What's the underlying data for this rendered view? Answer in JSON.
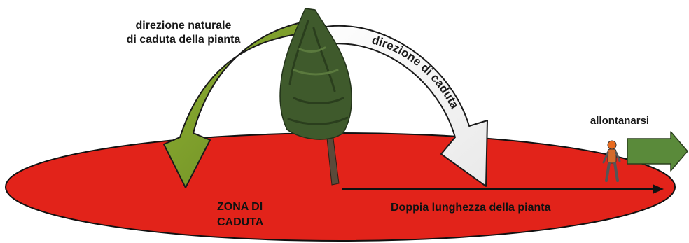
{
  "labels": {
    "natural_direction_line1": "direzione naturale",
    "natural_direction_line2": "di caduta della pianta",
    "fall_direction": "direzione di caduta",
    "move_away": "allontanarsi",
    "zone_line1": "ZONA DI",
    "zone_line2": "CADUTA",
    "double_length": "Doppia lunghezza della pianta"
  },
  "colors": {
    "zone_fill": "#e2231a",
    "green_arrow": "#7a9a2a",
    "white_arrow": "#ffffff",
    "move_away_arrow": "#5a8a3a",
    "tree_foliage": "#3f5a2c",
    "trunk": "#5a4a3a"
  },
  "icons": {
    "worker": "person-walking-icon",
    "tree": "conifer-tree-icon"
  }
}
